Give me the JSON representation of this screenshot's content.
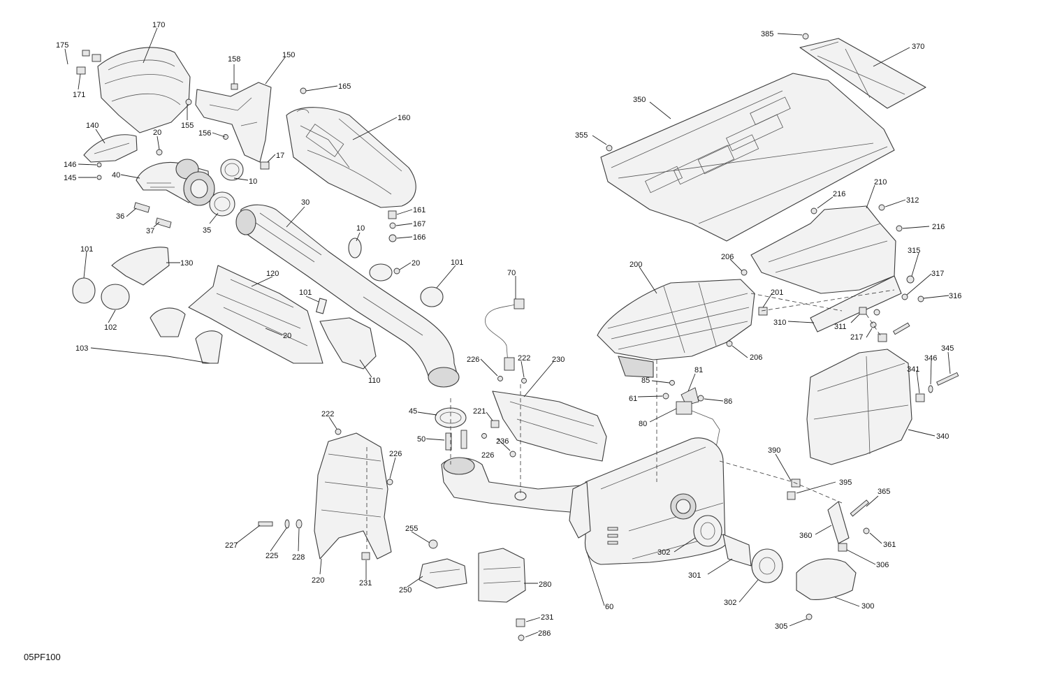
{
  "diagram": {
    "reference_code": "05PF100",
    "callouts": [
      {
        "id": "c170",
        "label": "170"
      },
      {
        "id": "c175",
        "label": "175"
      },
      {
        "id": "c171",
        "label": "171"
      },
      {
        "id": "c158",
        "label": "158"
      },
      {
        "id": "c150",
        "label": "150"
      },
      {
        "id": "c165",
        "label": "165"
      },
      {
        "id": "c160",
        "label": "160"
      },
      {
        "id": "c155",
        "label": "155"
      },
      {
        "id": "c156",
        "label": "156"
      },
      {
        "id": "c17",
        "label": "17"
      },
      {
        "id": "c140",
        "label": "140"
      },
      {
        "id": "c20a",
        "label": "20"
      },
      {
        "id": "c146",
        "label": "146"
      },
      {
        "id": "c145",
        "label": "145"
      },
      {
        "id": "c40",
        "label": "40"
      },
      {
        "id": "c10a",
        "label": "10"
      },
      {
        "id": "c36",
        "label": "36"
      },
      {
        "id": "c37",
        "label": "37"
      },
      {
        "id": "c35",
        "label": "35"
      },
      {
        "id": "c30",
        "label": "30"
      },
      {
        "id": "c161",
        "label": "161"
      },
      {
        "id": "c167",
        "label": "167"
      },
      {
        "id": "c166",
        "label": "166"
      },
      {
        "id": "c10b",
        "label": "10"
      },
      {
        "id": "c20b",
        "label": "20"
      },
      {
        "id": "c101a",
        "label": "101"
      },
      {
        "id": "c130",
        "label": "130"
      },
      {
        "id": "c120",
        "label": "120"
      },
      {
        "id": "c101b",
        "label": "101"
      },
      {
        "id": "c101c",
        "label": "101"
      },
      {
        "id": "c102",
        "label": "102"
      },
      {
        "id": "c103",
        "label": "103"
      },
      {
        "id": "c20c",
        "label": "20"
      },
      {
        "id": "c110",
        "label": "110"
      },
      {
        "id": "c70",
        "label": "70"
      },
      {
        "id": "c226a",
        "label": "226"
      },
      {
        "id": "c222a",
        "label": "222"
      },
      {
        "id": "c230",
        "label": "230"
      },
      {
        "id": "c45",
        "label": "45"
      },
      {
        "id": "c50",
        "label": "50"
      },
      {
        "id": "c221",
        "label": "221"
      },
      {
        "id": "c236",
        "label": "236"
      },
      {
        "id": "c226b",
        "label": "226"
      },
      {
        "id": "c222b",
        "label": "222"
      },
      {
        "id": "c226c",
        "label": "226"
      },
      {
        "id": "c227",
        "label": "227"
      },
      {
        "id": "c225",
        "label": "225"
      },
      {
        "id": "c228",
        "label": "228"
      },
      {
        "id": "c220",
        "label": "220"
      },
      {
        "id": "c231a",
        "label": "231"
      },
      {
        "id": "c255",
        "label": "255"
      },
      {
        "id": "c250",
        "label": "250"
      },
      {
        "id": "c280",
        "label": "280"
      },
      {
        "id": "c231b",
        "label": "231"
      },
      {
        "id": "c286",
        "label": "286"
      },
      {
        "id": "c385",
        "label": "385"
      },
      {
        "id": "c370",
        "label": "370"
      },
      {
        "id": "c350",
        "label": "350"
      },
      {
        "id": "c355",
        "label": "355"
      },
      {
        "id": "c216a",
        "label": "216"
      },
      {
        "id": "c210",
        "label": "210"
      },
      {
        "id": "c312",
        "label": "312"
      },
      {
        "id": "c216b",
        "label": "216"
      },
      {
        "id": "c206a",
        "label": "206"
      },
      {
        "id": "c200",
        "label": "200"
      },
      {
        "id": "c315",
        "label": "315"
      },
      {
        "id": "c317",
        "label": "317"
      },
      {
        "id": "c201",
        "label": "201"
      },
      {
        "id": "c316",
        "label": "316"
      },
      {
        "id": "c310",
        "label": "310"
      },
      {
        "id": "c311",
        "label": "311"
      },
      {
        "id": "c217",
        "label": "217"
      },
      {
        "id": "c206b",
        "label": "206"
      },
      {
        "id": "c81",
        "label": "81"
      },
      {
        "id": "c85",
        "label": "85"
      },
      {
        "id": "c61",
        "label": "61"
      },
      {
        "id": "c86",
        "label": "86"
      },
      {
        "id": "c80",
        "label": "80"
      },
      {
        "id": "c345",
        "label": "345"
      },
      {
        "id": "c341",
        "label": "341"
      },
      {
        "id": "c346",
        "label": "346"
      },
      {
        "id": "c340",
        "label": "340"
      },
      {
        "id": "c390",
        "label": "390"
      },
      {
        "id": "c395",
        "label": "395"
      },
      {
        "id": "c365",
        "label": "365"
      },
      {
        "id": "c360",
        "label": "360"
      },
      {
        "id": "c361",
        "label": "361"
      },
      {
        "id": "c306",
        "label": "306"
      },
      {
        "id": "c302a",
        "label": "302"
      },
      {
        "id": "c301",
        "label": "301"
      },
      {
        "id": "c302b",
        "label": "302"
      },
      {
        "id": "c300",
        "label": "300"
      },
      {
        "id": "c305",
        "label": "305"
      },
      {
        "id": "c60",
        "label": "60"
      }
    ]
  }
}
